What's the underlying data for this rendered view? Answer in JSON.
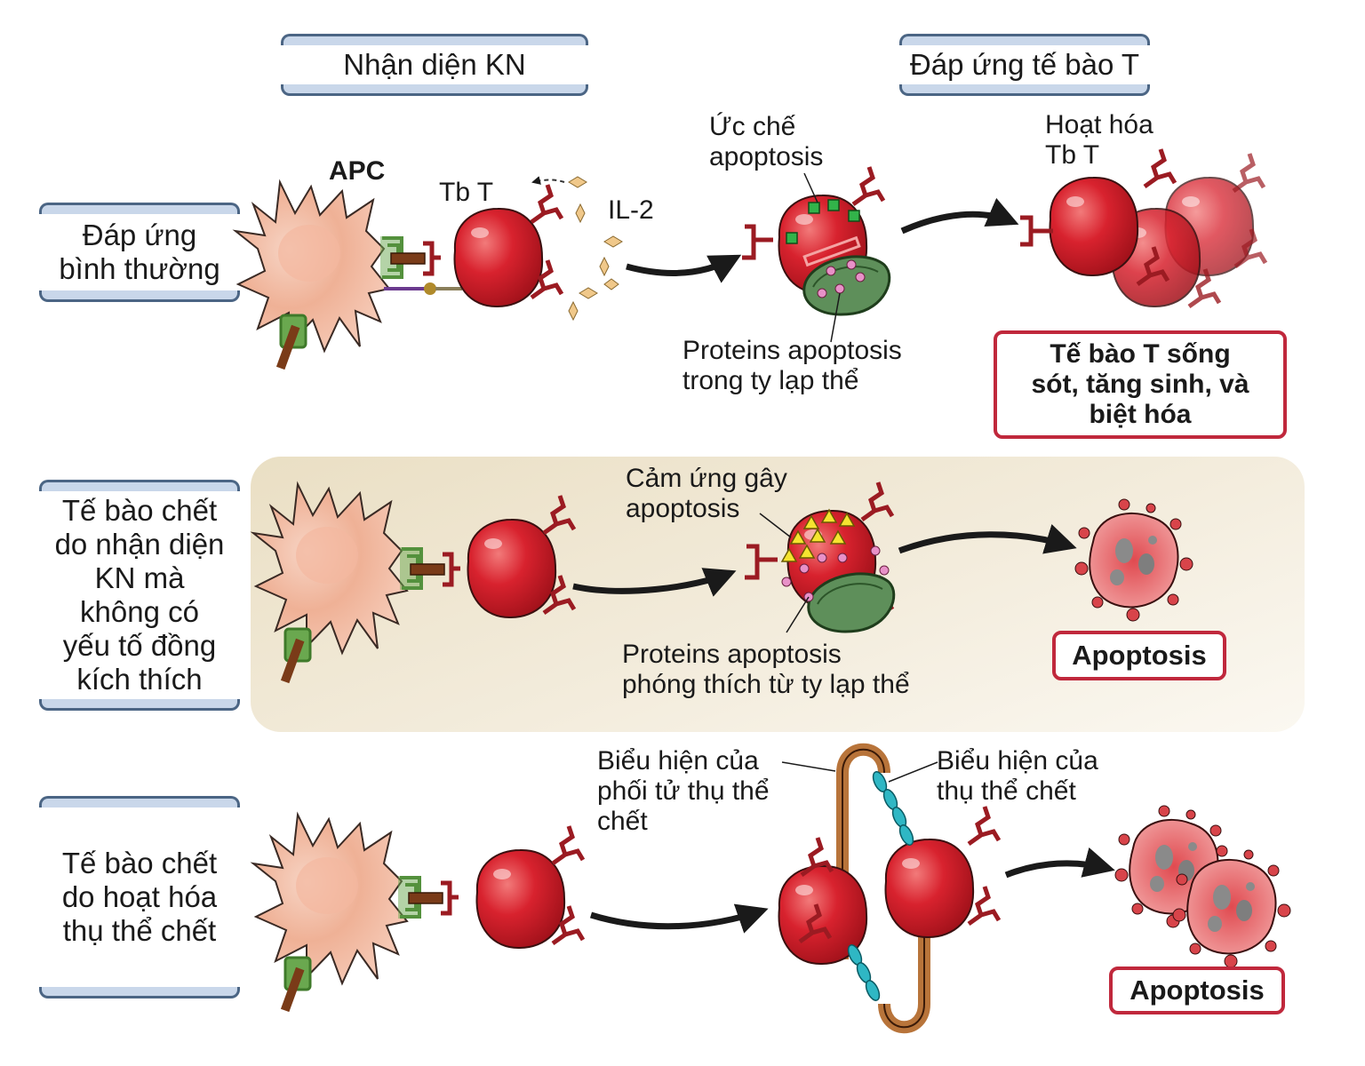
{
  "column_headers": {
    "antigen_recognition": "Nhận diện KN",
    "t_cell_response": "Đáp ứng tế bào T"
  },
  "rows": [
    {
      "id": "normal",
      "label": "Đáp ứng\nbình thường",
      "apc_label": "APC",
      "tcell_label": "Tb T",
      "cytokine_label": "IL-2",
      "inhibit_label": "Ức chế\napoptosis",
      "mito_label": "Proteins apoptosis\ntrong ty lạp thể",
      "activated_label": "Hoạt hóa\nTb T",
      "outcome": "Tế bào T sống\nsót, tăng sinh, và\nbiệt hóa"
    },
    {
      "id": "no-costim",
      "label": "Tế bào chết\ndo nhận diện\nKN mà\nkhông có\nyếu tố đồng\nkích thích",
      "induce_label": "Cảm ứng gây\napoptosis",
      "mito_label": "Proteins apoptosis\nphóng thích từ ty lạp thể",
      "outcome": "Apoptosis"
    },
    {
      "id": "death-receptor",
      "label": "Tế bào chết\ndo hoạt hóa\nthụ thể chết",
      "ligand_label": "Biểu hiện của\nphối tử thụ thể\nchết",
      "receptor_label": "Biểu hiện của\nthụ thể chết",
      "outcome": "Apoptosis"
    }
  ],
  "colors": {
    "tcell": "#d8222e",
    "apc": "#f0b49a",
    "receptor": "#9b1b22",
    "mhc": "#6aa84f",
    "peptide": "#7a3b18",
    "outcome_border": "#c0283c",
    "band": "#eadfc4",
    "header_bar": "#c9d7ea"
  }
}
